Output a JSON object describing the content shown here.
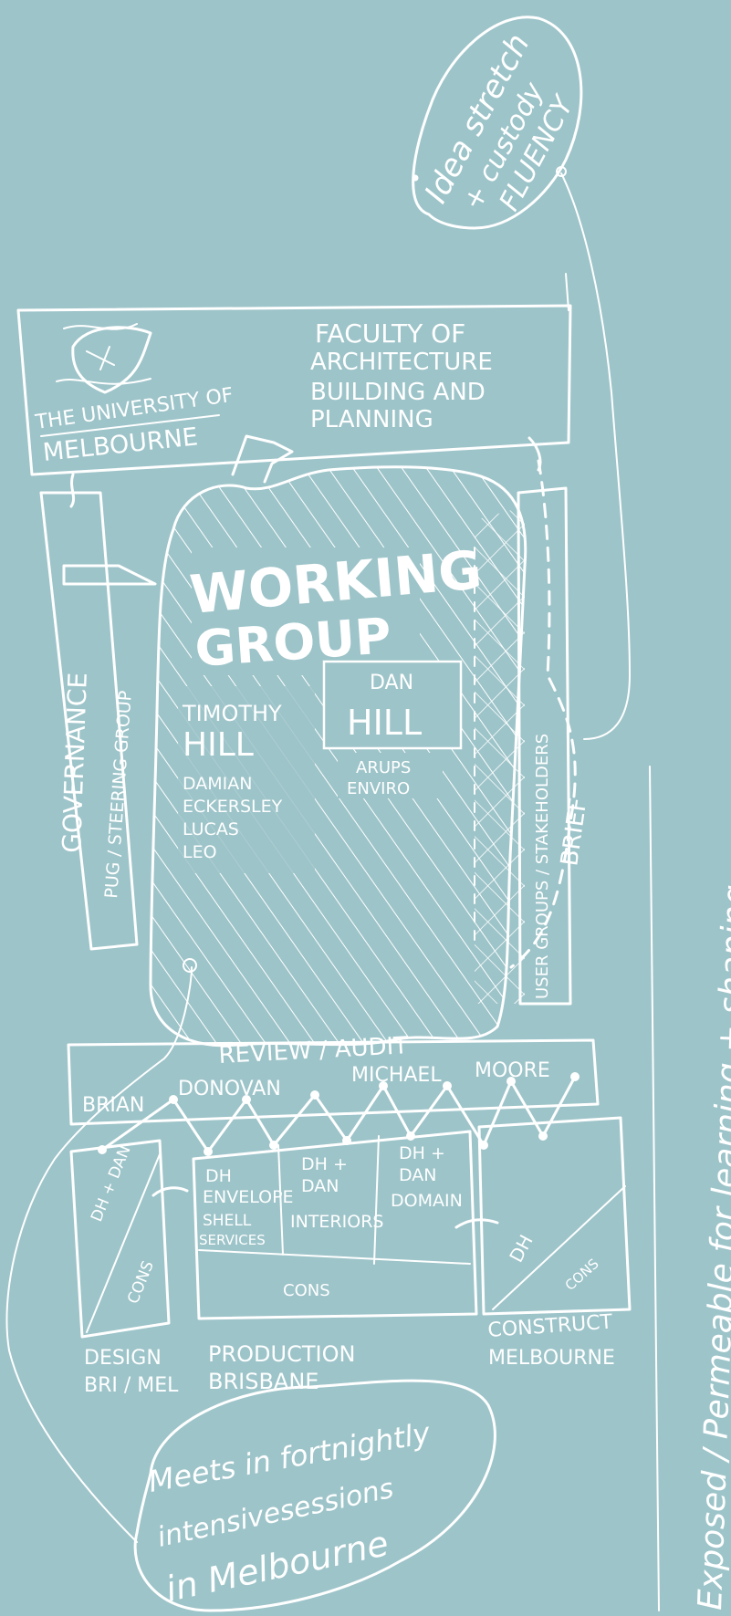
{
  "colors": {
    "background": "#9dc4c9",
    "ink": "#ffffff"
  },
  "bubble_top": {
    "line1": "Idea stretch",
    "line2": "+ custody",
    "line3": "FLUENCY"
  },
  "university": {
    "line1": "THE UNIVERSITY OF",
    "line2": "MELBOURNE",
    "crest_icon": "university-crest-icon"
  },
  "faculty": {
    "line1": "FACULTY OF",
    "line2": "ARCHITECTURE",
    "line3": "BUILDING AND",
    "line4": "PLANNING"
  },
  "governance": {
    "title": "GOVERNANCE",
    "subtitle": "PUG / STEERING GROUP"
  },
  "working_group": {
    "title1": "WORKING",
    "title2": "GROUP",
    "left_members": [
      "TIMOTHY",
      "HILL",
      "DAMIAN",
      "ECKERSLEY",
      "LUCAS",
      "LEO"
    ],
    "right_members": [
      "DAN",
      "HILL",
      "ARUPS",
      "ENVIRO"
    ]
  },
  "stakeholders": {
    "label": "USER GROUPS / STAKEHOLDERS",
    "brief": "BRIEF"
  },
  "review": {
    "title": "REVIEW / AUDIT",
    "names": [
      "BRIAN",
      "DONOVAN",
      "MICHAEL",
      "MOORE"
    ]
  },
  "cells": {
    "design_top": "DH + DAN",
    "design_bottom": "CONS",
    "prod_1": [
      "DH",
      "ENVELOPE",
      "SHELL",
      "SERVICES"
    ],
    "prod_2": [
      "DH +",
      "DAN",
      "INTERIORS"
    ],
    "prod_3": [
      "DH +",
      "DAN",
      "DOMAIN"
    ],
    "prod_cons": "CONS",
    "construct_top": "DH",
    "construct_bottom": "CONS"
  },
  "phases": {
    "design": {
      "line1": "DESIGN",
      "line2": "BRI / MEL"
    },
    "production": {
      "line1": "PRODUCTION",
      "line2": "BRISBANE"
    },
    "construct": {
      "line1": "CONSTRUCT",
      "line2": "MELBOURNE"
    }
  },
  "bubble_bottom": {
    "line1": "Meets in fortnightly",
    "line2": "intensivesessions",
    "line3": "in Melbourne"
  },
  "vertical_note": "Exposed / Permeable for learning + shaping"
}
